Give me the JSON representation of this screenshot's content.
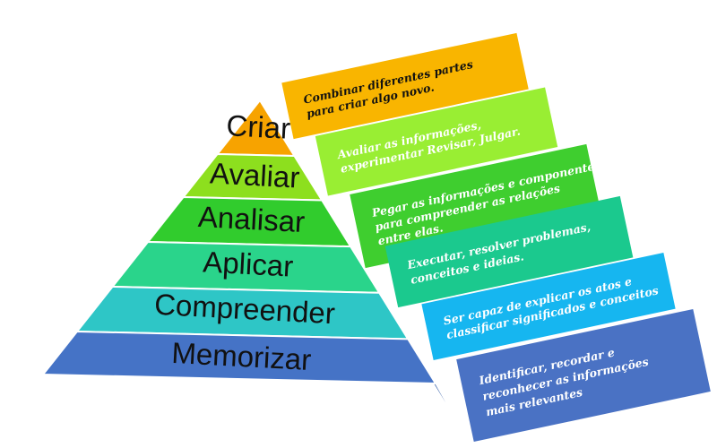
{
  "pyramid": {
    "levels": [
      {
        "label": "Criar",
        "color": "#f7a300",
        "side": "#c98400"
      },
      {
        "label": "Avaliar",
        "color": "#8ddf1e",
        "side": "#6db812"
      },
      {
        "label": "Analisar",
        "color": "#31cc2d",
        "side": "#22a51f"
      },
      {
        "label": "Aplicar",
        "color": "#2ad48b",
        "side": "#1ba86a"
      },
      {
        "label": "Compreender",
        "color": "#2ec6c6",
        "side": "#1e9d9d"
      },
      {
        "label": "Memorizar",
        "color": "#4573c6",
        "side": "#2f5aa5"
      }
    ]
  },
  "descriptions": [
    {
      "lines": [
        "Combinar diferentes partes",
        "para criar algo novo."
      ],
      "bg": "#f9b500",
      "text_color": "#111111"
    },
    {
      "lines": [
        "Avaliar as informações,",
        "experimentar Revisar, Julgar."
      ],
      "bg": "#99ee33",
      "text_color": "#ffffff"
    },
    {
      "lines": [
        "Pegar as informações e componentes",
        "para compreender as relações",
        "entre elas."
      ],
      "bg": "#3fce2f",
      "text_color": "#ffffff"
    },
    {
      "lines": [
        "Executar, resolver problemas,",
        "conceitos e ideias."
      ],
      "bg": "#1bc98e",
      "text_color": "#ffffff"
    },
    {
      "lines": [
        "Ser capaz de explicar os atos e",
        "classificar significados e conceitos"
      ],
      "bg": "#16b6f0",
      "text_color": "#ffffff"
    },
    {
      "lines": [
        "Identificar, recordar e",
        "reconhecer as informações",
        "mais relevantes"
      ],
      "bg": "#4a72c4",
      "text_color": "#ffffff"
    }
  ]
}
